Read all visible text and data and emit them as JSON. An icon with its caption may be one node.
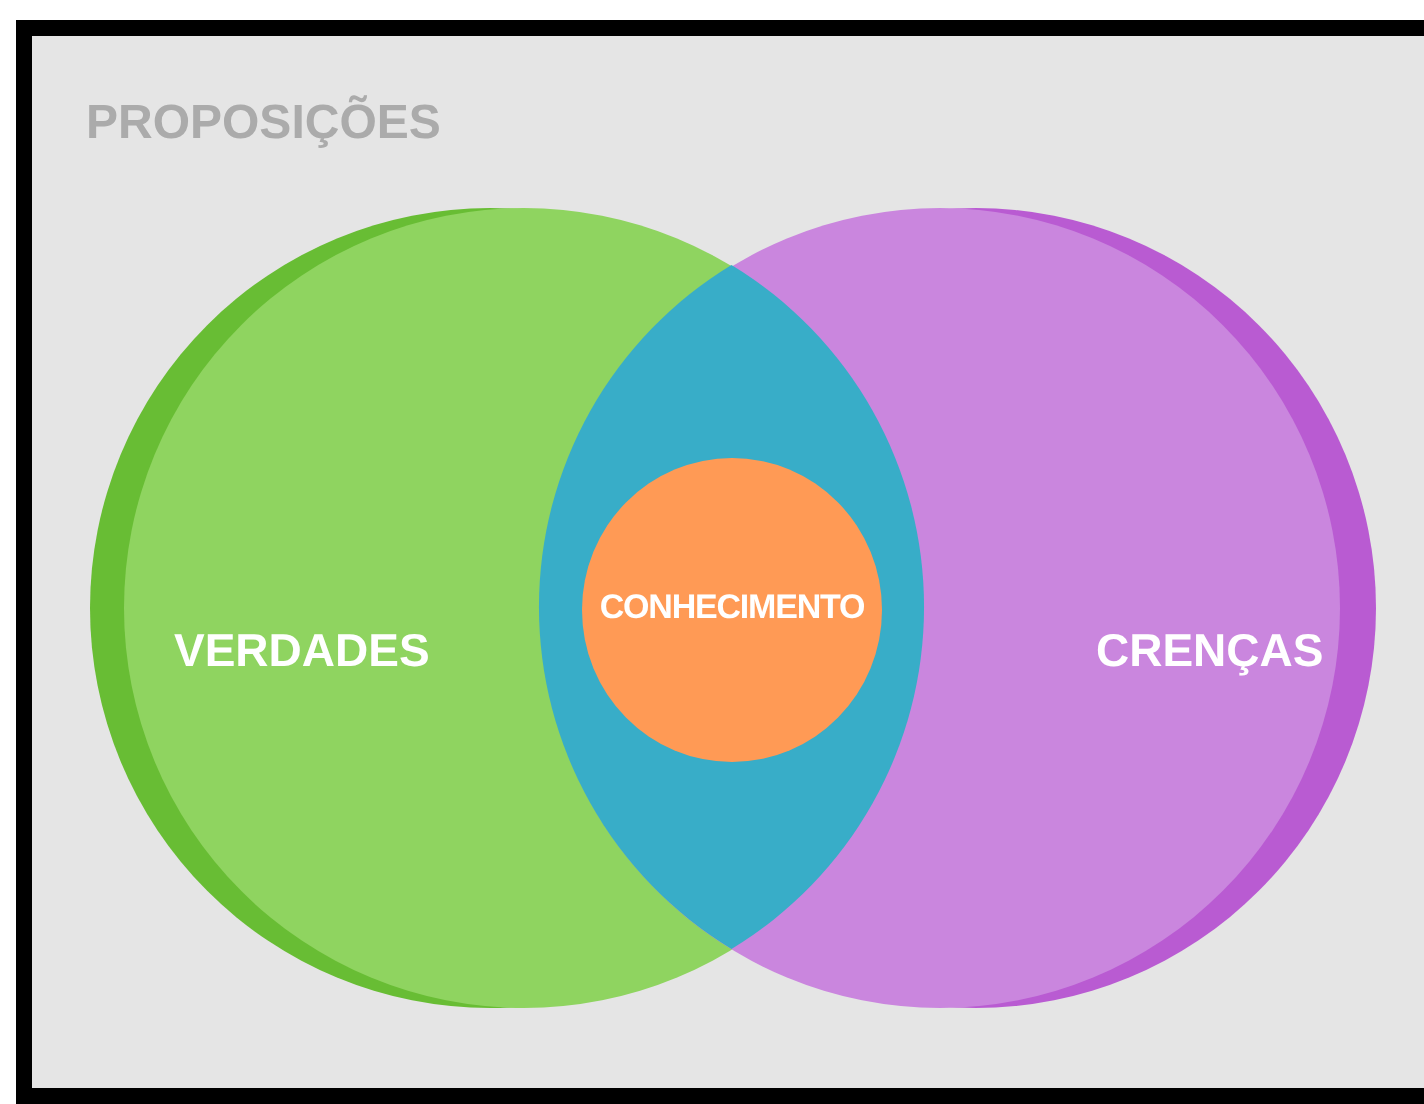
{
  "diagram": {
    "nodes": [
      {
        "text": [
          "PROPOSIÇÕES"
        ]
      },
      {
        "text": [
          "VERDADES"
        ],
        "in": 0
      },
      {
        "text": [
          "CONHECIMENTO"
        ]
      },
      {
        "text": [
          "CRENÇAS"
        ],
        "in": 0
      }
    ],
    "edges": []
  }
}
